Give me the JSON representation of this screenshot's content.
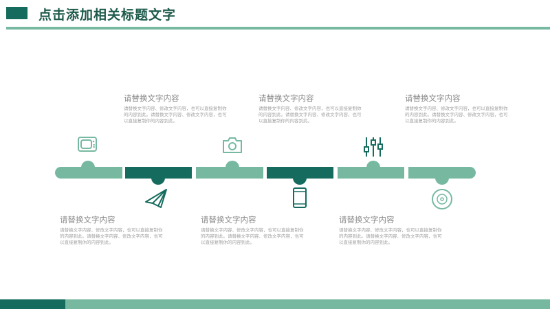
{
  "header": {
    "title": "点击添加相关标题文字"
  },
  "colors": {
    "light": "#76b9a0",
    "dark": "#156b5e"
  },
  "items": [
    {
      "title": "请替换文字内容",
      "body": "请替换文字内容、修改文字内容，也可以直接复制你的内容到此。请替换文字内容、修改文字内容，也可以直接复制你的内容到此。",
      "icon": "tv-icon"
    },
    {
      "title": "请替换文字内容",
      "body": "请替换文字内容、修改文字内容，也可以直接复制你的内容到此。请替换文字内容、修改文字内容，也可以直接复制你的内容到此。",
      "icon": "paper-plane-icon"
    },
    {
      "title": "请替换文字内容",
      "body": "请替换文字内容、修改文字内容，也可以直接复制你的内容到此。请替换文字内容、修改文字内容，也可以直接复制你的内容到此。",
      "icon": "camera-icon"
    },
    {
      "title": "请替换文字内容",
      "body": "请替换文字内容、修改文字内容，也可以直接复制你的内容到此。请替换文字内容、修改文字内容，也可以直接复制你的内容到此。",
      "icon": "smartphone-icon"
    },
    {
      "title": "请替换文字内容",
      "body": "请替换文字内容、修改文字内容，也可以直接复制你的内容到此。请替换文字内容、修改文字内容，也可以直接复制你的内容到此。",
      "icon": "sliders-icon"
    },
    {
      "title": "请替换文字内容",
      "body": "请替换文字内容、修改文字内容，也可以直接复制你的内容到此。请替换文字内容、修改文字内容，也可以直接复制你的内容到此。",
      "icon": "disc-icon"
    }
  ]
}
